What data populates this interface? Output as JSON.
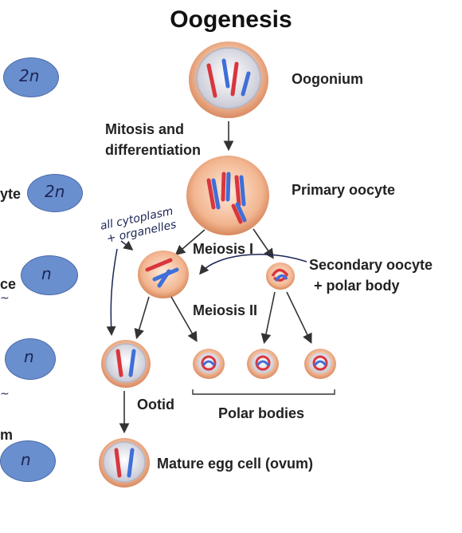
{
  "title": "Oogenesis",
  "labels": {
    "oogonium": "Oogonium",
    "mitosis_line1": "Mitosis and",
    "mitosis_line2": "differentiation",
    "primary_oocyte": "Primary oocyte",
    "meiosis_1": "Meiosis I",
    "secondary_line1": "Secondary oocyte",
    "secondary_line2": "+ polar body",
    "meiosis_2": "Meiosis II",
    "ootid": "Ootid",
    "polar_bodies": "Polar bodies",
    "mature_egg": "Mature egg cell (ovum)"
  },
  "annotations": {
    "ploidy_1": "2n",
    "ploidy_2": "2n",
    "ploidy_3": "n",
    "ploidy_4": "n",
    "ploidy_5": "n",
    "cut_label_yte": "yte",
    "cut_label_ce": "ce",
    "cut_label_m": "m",
    "note_line1": "all cytoplasm",
    "note_line2": "+ organelles"
  },
  "colors": {
    "ellipse_fill": "#6a8fcf",
    "chromosome_red": "#d9363e",
    "chromosome_blue": "#3f6fd8",
    "cell_outer": "#e9a77e",
    "cell_inner": "#e7e7ee"
  }
}
